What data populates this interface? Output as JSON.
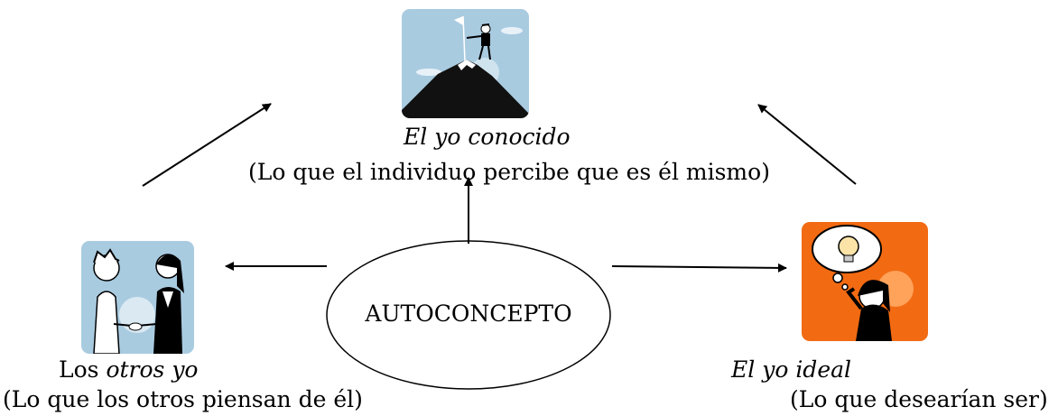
{
  "center": {
    "label": "AUTOCONCEPTO"
  },
  "known_self": {
    "title": "El yo conocido",
    "description": "(Lo que el individuo percibe que es él mismo)",
    "image_icon": "mountain-summit-flag-icon"
  },
  "others_self": {
    "title_plain": "Los ",
    "title_italic": "otros yo",
    "description": "(Lo que los otros piensan de él)",
    "image_icon": "handshake-people-icon"
  },
  "ideal_self": {
    "title": "El yo ideal",
    "description": "(Lo que desearían ser)",
    "image_icon": "thinking-lightbulb-icon"
  },
  "colors": {
    "sky_blue": "#a9cbe0",
    "orange": "#f26a12",
    "black": "#000000"
  }
}
